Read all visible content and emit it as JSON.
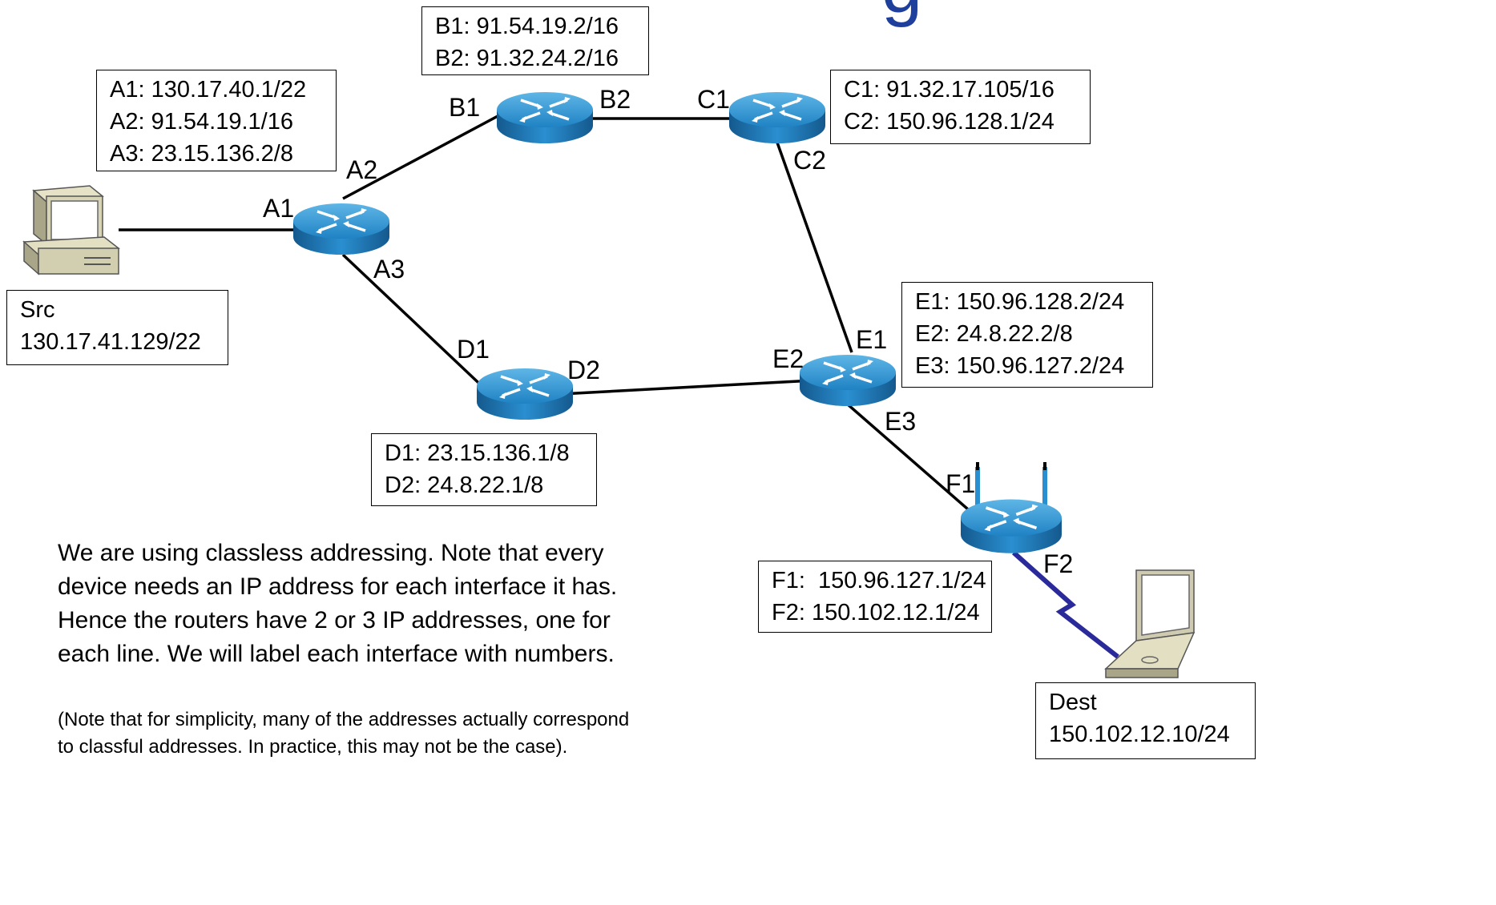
{
  "title_fragment": "g",
  "boxes": {
    "a": [
      "A1: 130.17.40.1/22",
      "A2: 91.54.19.1/16",
      "A3: 23.15.136.2/8"
    ],
    "b": [
      "B1: 91.54.19.2/16",
      "B2: 91.32.24.2/16"
    ],
    "c": [
      "C1: 91.32.17.105/16",
      "C2: 150.96.128.1/24"
    ],
    "d": [
      "D1: 23.15.136.1/8",
      "D2: 24.8.22.1/8"
    ],
    "e": [
      "E1: 150.96.128.2/24",
      "E2: 24.8.22.2/8",
      "E3: 150.96.127.2/24"
    ],
    "f": [
      "F1:  150.96.127.1/24",
      "F2: 150.102.12.1/24"
    ],
    "src": [
      "Src",
      "130.17.41.129/22"
    ],
    "dest": [
      "Dest",
      "150.102.12.10/24"
    ]
  },
  "interfaces": {
    "a1": "A1",
    "a2": "A2",
    "a3": "A3",
    "b1": "B1",
    "b2": "B2",
    "c1": "C1",
    "c2": "C2",
    "d1": "D1",
    "d2": "D2",
    "e1": "E1",
    "e2": "E2",
    "e3": "E3",
    "f1": "F1",
    "f2": "F2"
  },
  "paragraph": [
    "We are using classless addressing. Note that every",
    "device needs an IP address for each interface it has.",
    "Hence the routers have 2 or 3 IP addresses, one for",
    "each line. We will label each interface with numbers."
  ],
  "note": [
    "(Note that for simplicity, many of the addresses actually correspond",
    "to classful addresses. In practice, this may not be the case)."
  ],
  "colors": {
    "router_top": "#2c8fcf",
    "router_side": "#1a6aa6",
    "wireless_link": "#2a2a9a",
    "title": "#1f3f9c"
  }
}
